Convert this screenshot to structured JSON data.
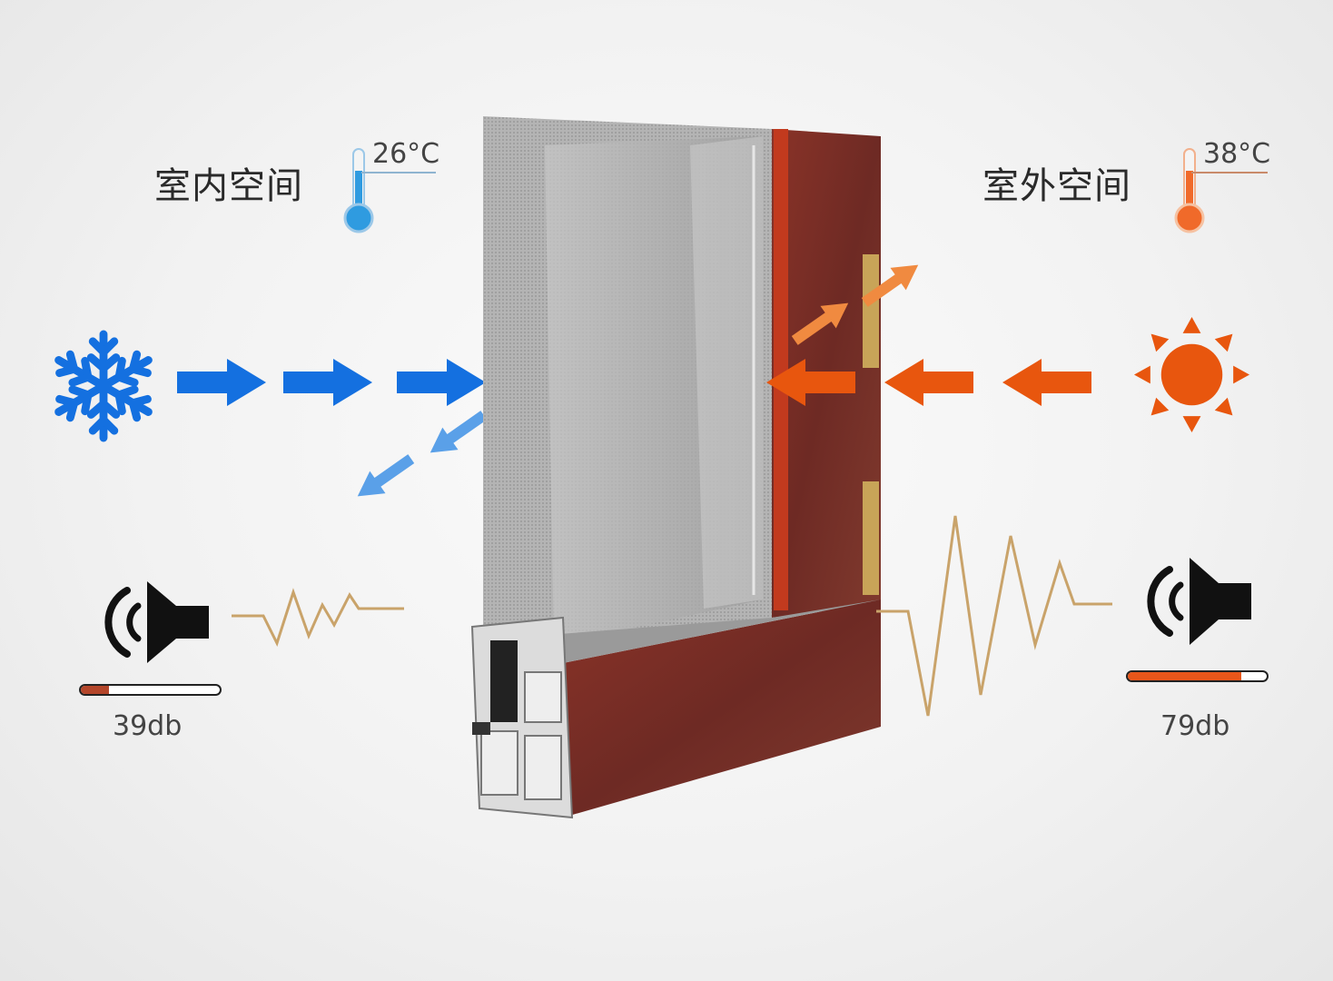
{
  "indoor": {
    "title": "室内空间",
    "temperature": "26°C",
    "thermometer_color": "#2f9be0",
    "noise_level": "39db",
    "noise_meter_percent": 20,
    "wave_icon": "low-amplitude-sound-wave",
    "climate_icon": "snowflake-icon",
    "arrow_color": "#1470e0",
    "reflected_arrow_color": "#5aa0e8"
  },
  "outdoor": {
    "title": "室外空间",
    "temperature": "38°C",
    "thermometer_color": "#f06a2a",
    "noise_level": "79db",
    "noise_meter_percent": 82,
    "wave_icon": "high-amplitude-sound-wave",
    "climate_icon": "sun-icon",
    "arrow_color": "#e8560e",
    "reflected_arrow_color": "#f08a40"
  },
  "product": {
    "name": "window-frame-cross-section",
    "frame_color": "#7a2e26",
    "glass_color": "#b8b8b8"
  },
  "colors": {
    "wave_line": "#c9a36a",
    "speaker": "#111111",
    "meter_fill": "#e8561a"
  }
}
